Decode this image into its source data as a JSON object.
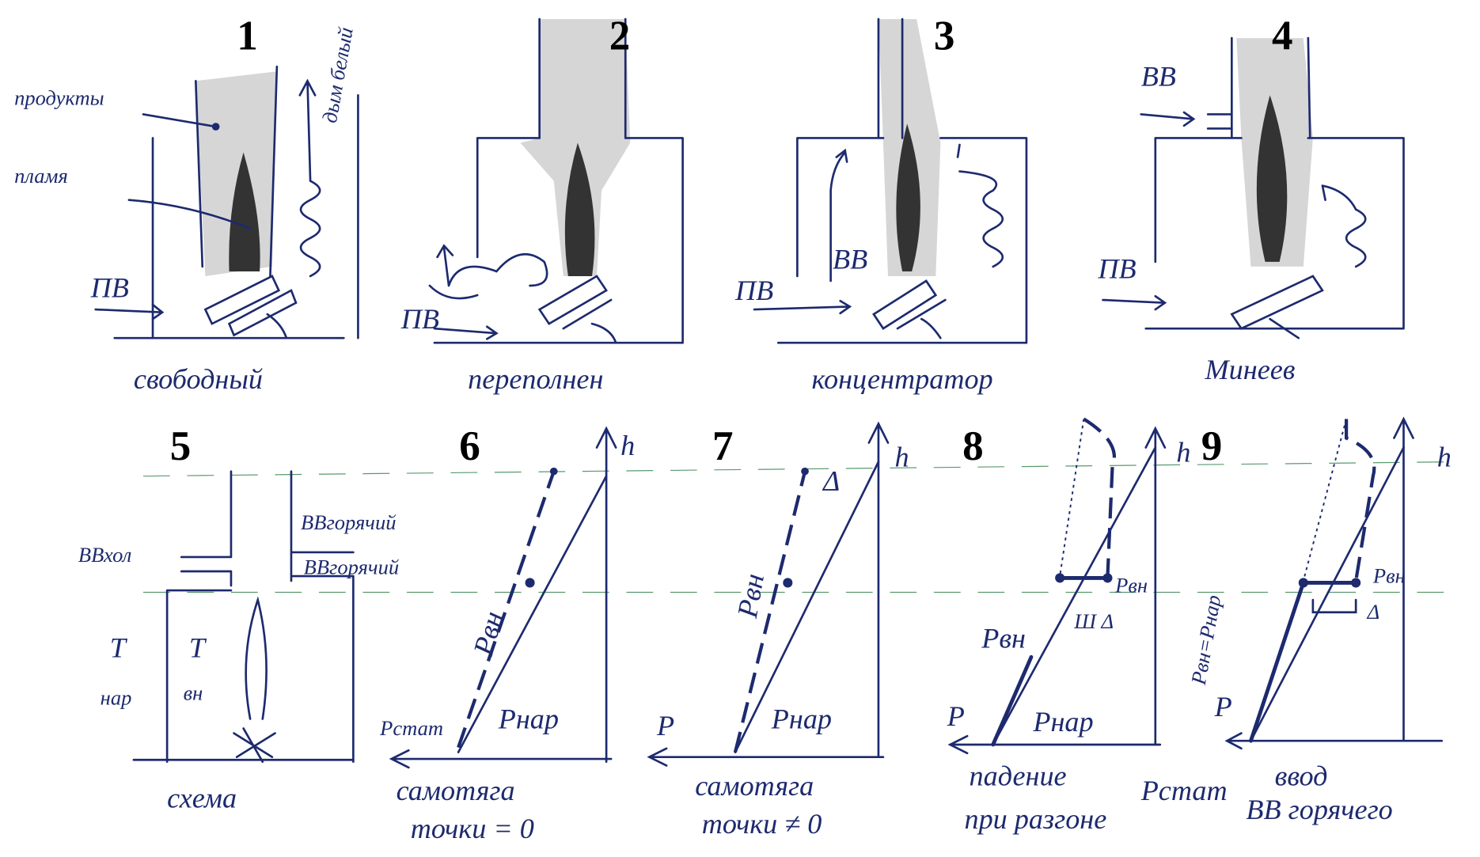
{
  "panels": {
    "p1": {
      "number": "1",
      "products": "продукты",
      "flame": "пламя",
      "smoke": "дым белый",
      "primary_air": "ПВ",
      "caption": "свободный"
    },
    "p2": {
      "number": "2",
      "primary_air": "ПВ",
      "caption": "переполнен"
    },
    "p3": {
      "number": "3",
      "secondary_air": "ВВ",
      "primary_air": "ПВ",
      "caption": "концентратор"
    },
    "p4": {
      "number": "4",
      "secondary_air": "ВВ",
      "primary_air": "ПВ",
      "caption": "Минеев"
    },
    "p5": {
      "number": "5",
      "cold_air": "ВВхол",
      "hot_air_top": "ВВгорячий",
      "hot_air_inlet": "ВВгорячий",
      "t_out_1": "Т",
      "t_out_2": "нар",
      "t_in_1": "Т",
      "t_in_2": "вн",
      "caption": "схема"
    },
    "p6": {
      "number": "6",
      "h": "h",
      "p_in": "Рвн",
      "p_stat": "Рстат",
      "p_out": "Рнар",
      "caption_1": "самотяга",
      "caption_2": "точки = 0"
    },
    "p7": {
      "number": "7",
      "h": "h",
      "delta": "Δ",
      "p_in": "Рвн",
      "p": "Р",
      "p_out": "Рнар",
      "caption_1": "самотяга",
      "caption_2": "точки ≠ 0"
    },
    "p8": {
      "number": "8",
      "h": "h",
      "p_in_left": "Рвн",
      "p_in_right": "Рвн",
      "delta": "Ш Δ",
      "p": "Р",
      "p_out": "Рнар",
      "caption_1": "падение",
      "caption_2": "при разгоне",
      "caption_3": "Рстат"
    },
    "p9": {
      "number": "9",
      "h": "h",
      "p_in": "Рвн",
      "delta": "Δ",
      "equality": "Рвн=Рнар",
      "p": "Р",
      "caption_1": "ввод",
      "caption_2": "ВВ горячего"
    }
  },
  "colors": {
    "ink": "#1d2a6e",
    "guide": "#5a9a6e",
    "smoke": "#cfcfcf"
  }
}
